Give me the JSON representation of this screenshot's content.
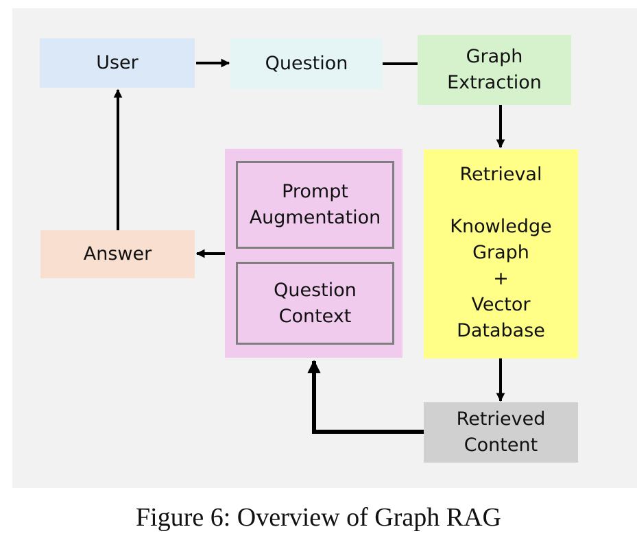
{
  "nodes": {
    "user": "User",
    "question": "Question",
    "graph_extraction": [
      "Graph",
      "Extraction"
    ],
    "retrieval_title": "Retrieval",
    "retrieval_body": [
      "Knowledge",
      "Graph",
      "+",
      "Vector",
      "Database"
    ],
    "prompt_augmentation": [
      "Prompt",
      "Augmentation"
    ],
    "question_context": [
      "Question",
      "Context"
    ],
    "answer": "Answer",
    "retrieved_content": [
      "Retrieved",
      "Content"
    ]
  },
  "caption": "Figure 6: Overview of Graph RAG",
  "colors": {
    "panel_bg": "#f2f2f2",
    "user": "#dae8f7",
    "question": "#e5f5f6",
    "graph_extraction": "#d6f2cc",
    "retrieval": "#ffff88",
    "augmentation": "#f0cbed",
    "answer": "#f9dfcf",
    "retrieved_content": "#d0d0d0",
    "inner_border": "#7f7f7f",
    "arrow": "#000000"
  }
}
